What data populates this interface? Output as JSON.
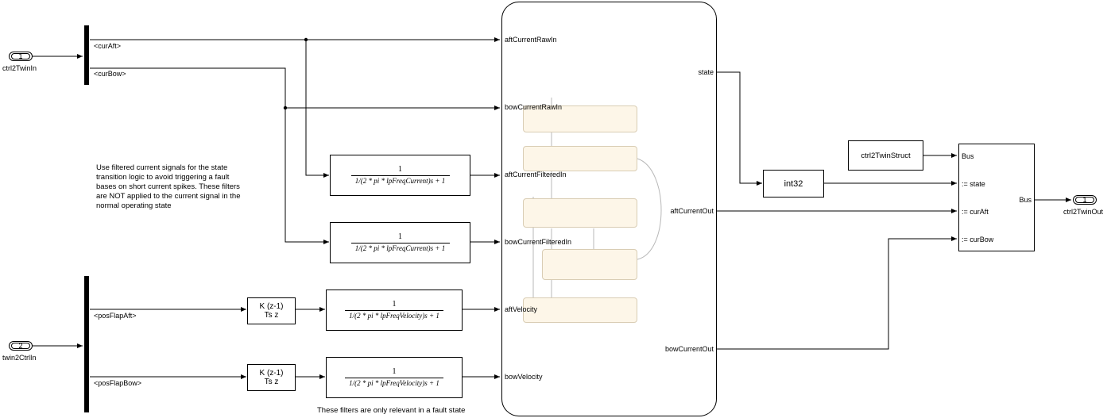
{
  "inports": [
    {
      "number": "1",
      "name": "ctrl2TwinIn"
    },
    {
      "number": "2",
      "name": "twin2CtrlIn"
    }
  ],
  "outport": {
    "number": "1",
    "name": "ctrl2TwinOut"
  },
  "bus_selector_1": {
    "signals": [
      "<curAft>",
      "<curBow>"
    ]
  },
  "bus_selector_2": {
    "signals": [
      "<posFlapAft>",
      "<posFlapBow>"
    ]
  },
  "filters": {
    "current_numerator": "1",
    "current_denominator": "1/(2 * pi * lpFreqCurrent)s + 1",
    "velocity_numerator": "1",
    "velocity_denominator": "1/(2 * pi * lpFreqVelocity)s + 1"
  },
  "discrete_derivative": {
    "numerator": "K (z-1)",
    "denominator": "Ts z"
  },
  "chart": {
    "inputs": [
      "aftCurrentRawIn",
      "bowCurrentRawIn",
      "aftCurrentFilteredIn",
      "bowCurrentFilteredIn",
      "aftVelocity",
      "bowVelocity"
    ],
    "outputs": [
      "state",
      "aftCurrentOut",
      "bowCurrentOut"
    ]
  },
  "convert_block": {
    "label": "int32"
  },
  "constant_block": {
    "label": "ctrl2TwinStruct"
  },
  "bus_assignment": {
    "inputs": [
      "Bus",
      ":= state",
      ":= curAft",
      ":= curBow"
    ],
    "output": "Bus"
  },
  "annotations": {
    "filter_note": [
      "Use filtered current signals for the state",
      "transition logic to avoid triggering a fault",
      "bases on short current spikes. These filters",
      "are NOT applied to the current signal in the",
      "normal operating state"
    ],
    "fault_note": "These filters are only relevant in a fault state"
  },
  "colors": {
    "wire": "#000000",
    "state_fill": "#fdf6e8",
    "state_border": "#d9cdb4",
    "transition": "#b8b8b8"
  }
}
